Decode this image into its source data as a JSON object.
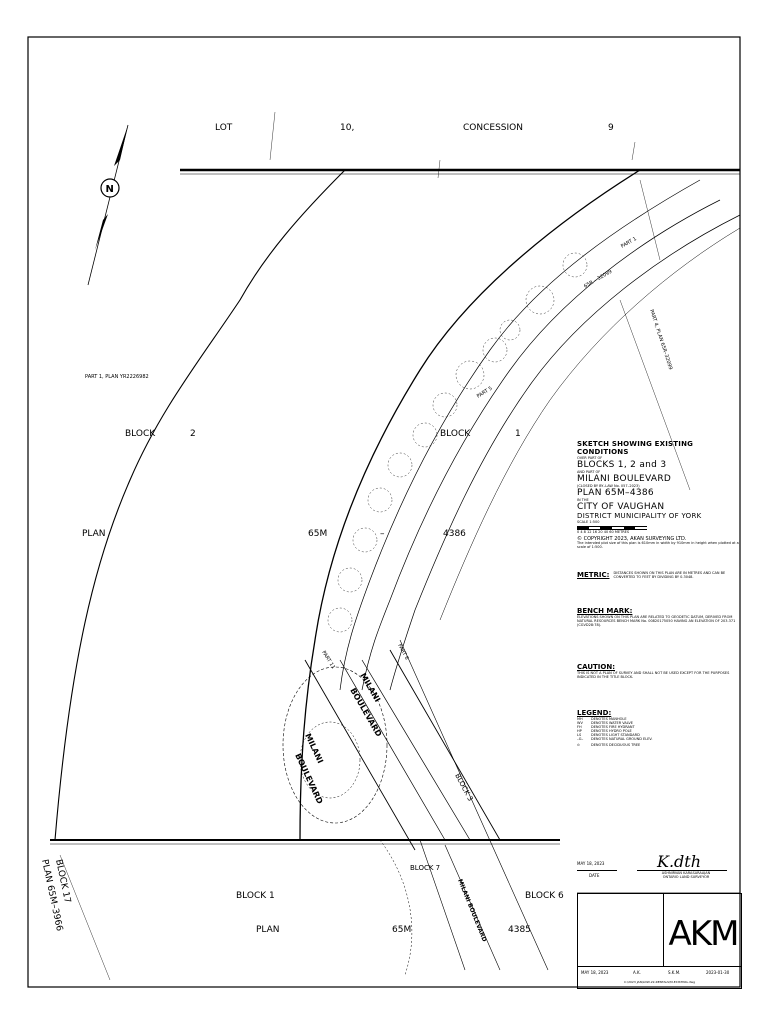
{
  "header": {
    "lot": "LOT",
    "lot_num": "10,",
    "concession": "CONCESSION",
    "concession_num": "9"
  },
  "north_arrow": {
    "letter": "N"
  },
  "plan_labels": {
    "part1_plan": "PART 1, PLAN YR2226982",
    "block2_a": "BLOCK",
    "block2_b": "2",
    "block1_a": "BLOCK",
    "block1_b": "1",
    "plan_a": "PLAN",
    "plan_b": "65M",
    "plan_dash": "–",
    "plan_c": "4386",
    "lower_block1": "BLOCK 1",
    "lower_plan": "PLAN",
    "lower_65m": "65M",
    "lower_4385": "4385",
    "block6": "BLOCK 6",
    "block7": "BLOCK 7",
    "block17_a": "BLOCK 17",
    "block17_b": "PLAN 65M–3966",
    "milani_1": "MILANI",
    "milani_2": "BOULEVARD",
    "milani_lower": "MILANI BOULEVARD",
    "part_11": "PART 11",
    "part5": "PART 5",
    "part1_r": "PART 1",
    "part6": "PART 6",
    "block3": "BLOCK 3",
    "r_plan": "65R – 32099",
    "part4_plan": "PART 4, PLAN 65R–32099"
  },
  "title_panel": {
    "heading": "SKETCH SHOWING EXISTING CONDITIONS",
    "over_part_of": "OVER PART OF",
    "blocks": "BLOCKS 1, 2 and 3",
    "and_part_of": "AND PART OF",
    "street": "MILANI BOULEVARD",
    "closed_by": "(CLOSED BY BY–LAW No. 057–2023)",
    "plan": "PLAN 65M–4386",
    "in_the": "IN THE",
    "city": "CITY OF VAUGHAN",
    "district": "DISTRICT MUNICIPALITY OF YORK",
    "scale": "SCALE  1:500",
    "scale_ticks": "0  4  8  12 16 20          40            60 METRES",
    "copyright": "© COPYRIGHT 2023,  AKAN SURVEYING LTD.",
    "copyright_note": "The intended plot size of this plan is 610mm in width by 910mm in height when plotted at a scale of 1:500.",
    "metric_title": "METRIC:",
    "metric_text": "DISTANCES SHOWN ON THIS PLAN ARE IN METRES AND CAN BE CONVERTED TO FEET BY DIVIDING BY 0.3048.",
    "bench_title": "BENCH MARK:",
    "bench_text": "ELEVATIONS SHOWN ON THIS PLAN ARE RELATED TO GEODETIC DATUM, DERIVED FROM NATURAL RESOURCES BENCH MARK No. 00820175050 HAVING AN ELEVATION OF 203.371 (CGVD28:78).",
    "caution_title": "CAUTION:",
    "caution_text": "THIS IS NOT A PLAN OF SURVEY AND SHALL NOT BE USED EXCEPT FOR THE PURPOSES INDICATED IN THE TITLE BLOCK.",
    "legend_title": "LEGEND:",
    "legend": [
      {
        "code": "MH",
        "desc": "DENOTES MANHOLE"
      },
      {
        "code": "WV",
        "desc": "DENOTES WATER VALVE"
      },
      {
        "code": "FH",
        "desc": "DENOTES FIRE HYDRANT"
      },
      {
        "code": "HP",
        "desc": "DENOTES HYDRO POLE"
      },
      {
        "code": "LS",
        "desc": "DENOTES LIGHT STANDARD"
      },
      {
        "code": "–G–",
        "desc": "DENOTES NATURAL GROUND ELEV."
      },
      {
        "code": "⊙",
        "desc": "DENOTES DECIDUOUS TREE"
      }
    ]
  },
  "signature": {
    "date_value": "MAY 18, 2023",
    "date_label": "DATE",
    "script": "K.dth",
    "surveyor_1": "ASHNIRVAN KARASARAAJAN",
    "surveyor_2": "ONTARIO LAND SURVEYOR"
  },
  "title_block": {
    "logo": "AKM",
    "row": [
      "MAY 18, 2023",
      "A.K.",
      "S.K.M.",
      "2023-01-30"
    ],
    "footer": "C:\\2023 JAN\\LDW-22-RENTALS\\M-EXISTING.dwg"
  }
}
